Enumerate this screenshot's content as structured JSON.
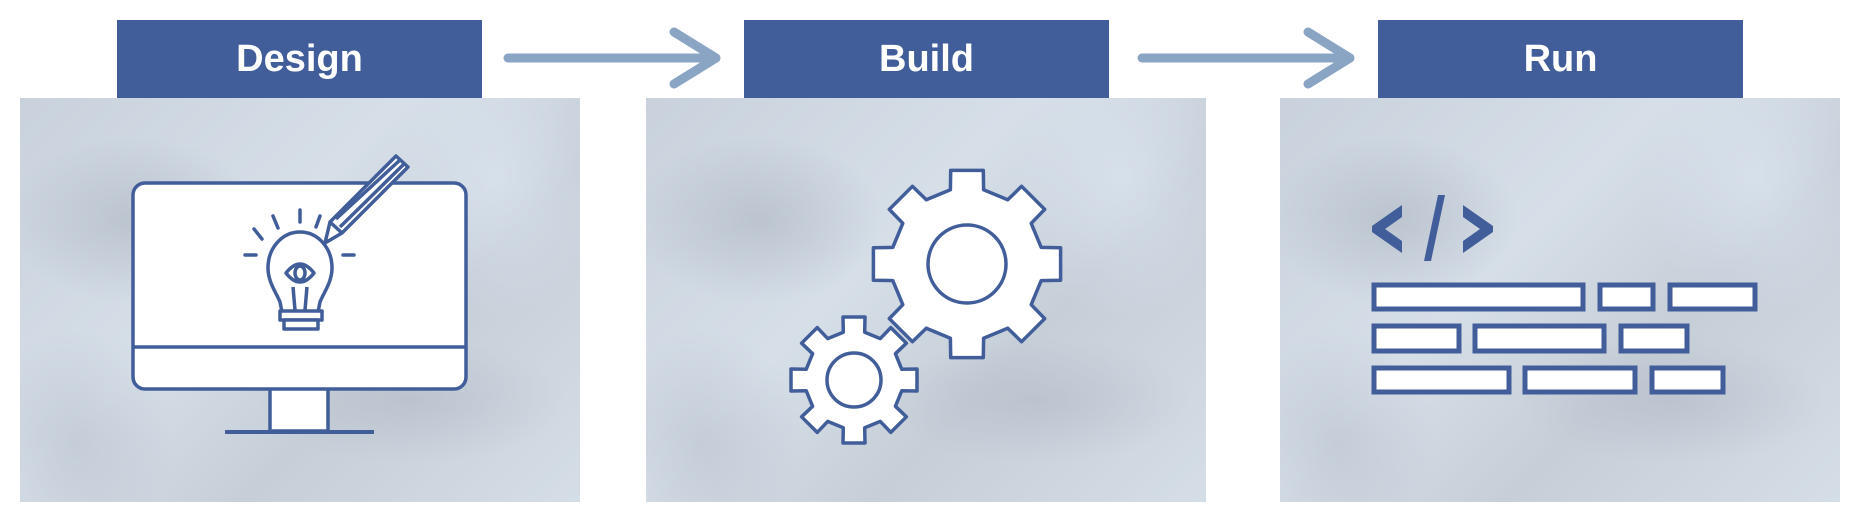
{
  "stages": [
    {
      "label": "Design",
      "icon": "monitor-lightbulb-pencil-icon"
    },
    {
      "label": "Build",
      "icon": "gears-icon"
    },
    {
      "label": "Run",
      "icon": "code-icon"
    }
  ],
  "colors": {
    "header": "#415e9a",
    "arrow": "#8aa5c3",
    "icon_stroke": "#415e9a"
  }
}
